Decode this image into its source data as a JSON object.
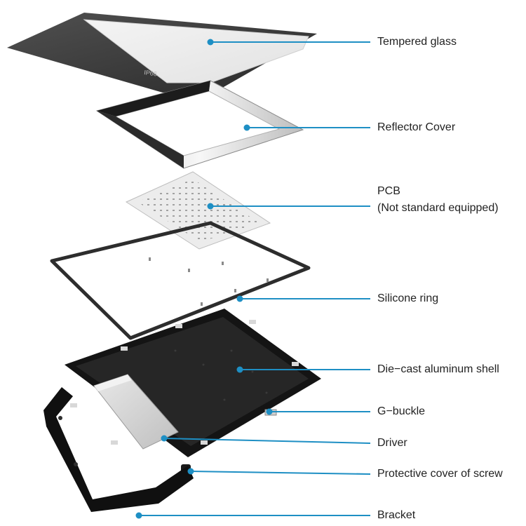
{
  "diagram": {
    "type": "exploded-view",
    "line_color": "#1e8fc4",
    "parts": [
      {
        "id": "glass",
        "label": "Tempered glass"
      },
      {
        "id": "reflector",
        "label": "Reflector Cover"
      },
      {
        "id": "pcb",
        "label": "PCB",
        "sublabel": "(Not standard equipped)"
      },
      {
        "id": "ring",
        "label": "Silicone ring"
      },
      {
        "id": "shell",
        "label": "Die−cast  aluminum shell"
      },
      {
        "id": "gbuckle",
        "label": "G−buckle"
      },
      {
        "id": "driver",
        "label": "Driver"
      },
      {
        "id": "screwcover",
        "label": "Protective  cover of screw"
      },
      {
        "id": "bracket",
        "label": "Bracket"
      }
    ],
    "glass_marking": "IP66"
  }
}
